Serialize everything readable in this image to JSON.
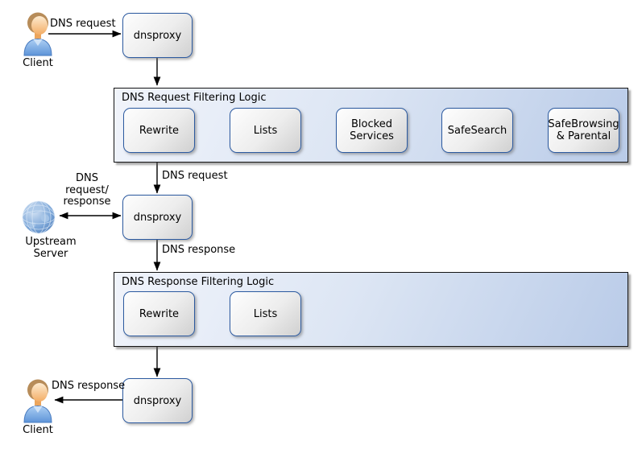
{
  "colors": {
    "container_fill_start": "#f1f4fb",
    "container_fill_end": "#b9cbe8",
    "container_border": "#141414",
    "box_border": "#2c5aa0",
    "box_fill_start": "#fefefe",
    "box_fill_end": "#d0d0d0",
    "arrow": "#000000",
    "globe_blue": "#5b8fd0",
    "shirt_blue": "#6ea0dc"
  },
  "top_flow": {
    "client_label": "Client",
    "edge_label": "DNS request",
    "proxy_label": "dnsproxy"
  },
  "request_filtering": {
    "title": "DNS Request Filtering Logic",
    "steps": [
      "Rewrite",
      "Lists",
      "Blocked\nServices",
      "SafeSearch",
      "SafeBrowsing\n& Parental"
    ]
  },
  "middle_flow": {
    "edge_label_request": "DNS request",
    "proxy_label": "dnsproxy",
    "upstream_edge_label": "DNS\nrequest/\nresponse",
    "upstream_label": "Upstream\nServer",
    "edge_label_response": "DNS response"
  },
  "response_filtering": {
    "title": "DNS Response Filtering Logic",
    "steps": [
      "Rewrite",
      "Lists"
    ]
  },
  "bottom_flow": {
    "proxy_label": "dnsproxy",
    "edge_label": "DNS response",
    "client_label": "Client"
  }
}
